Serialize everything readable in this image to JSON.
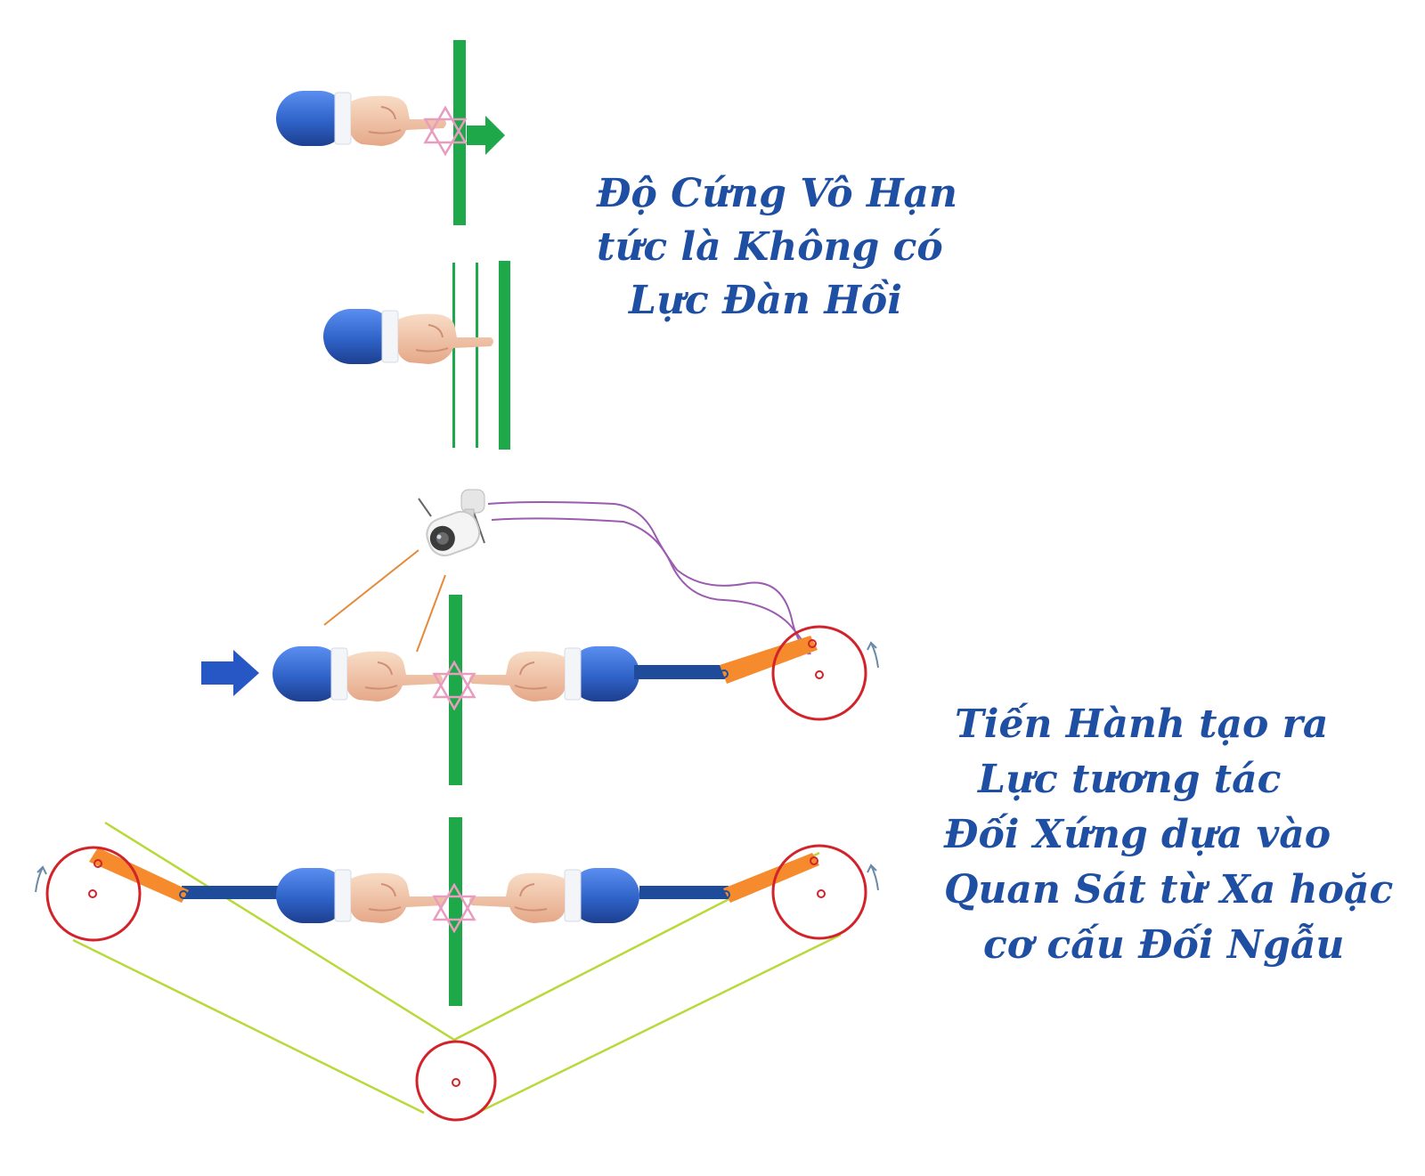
{
  "captions": {
    "stiffness": [
      "Độ Cứng Vô Hạn",
      "tức là Không có",
      "Lực Đàn Hồi"
    ],
    "interaction": [
      "Tiến Hành tạo ra",
      "Lực tương tác",
      "Đối Xứng dựa vào",
      "Quan Sát từ Xa hoặc",
      "cơ cấu Đối Ngẫu"
    ]
  },
  "colors": {
    "plate": "#1fa84a",
    "sleeve": "#2f63c8",
    "skin": "#f2c6a6",
    "cuff": "#f3f5f8",
    "arrow_blue": "#2757c4",
    "rod": "#1e4c9a",
    "crank": "#f58b2c",
    "wheel": "#d3232a",
    "belt": "#b8d93a",
    "wire": "#9a5bb0",
    "sight_line": "#e58a3a",
    "star": "#e89cc0",
    "caption": "#1f4fa3"
  },
  "icons": {
    "hand": "pointing-hand-icon",
    "camera": "security-camera-icon",
    "star": "contact-star-icon"
  }
}
